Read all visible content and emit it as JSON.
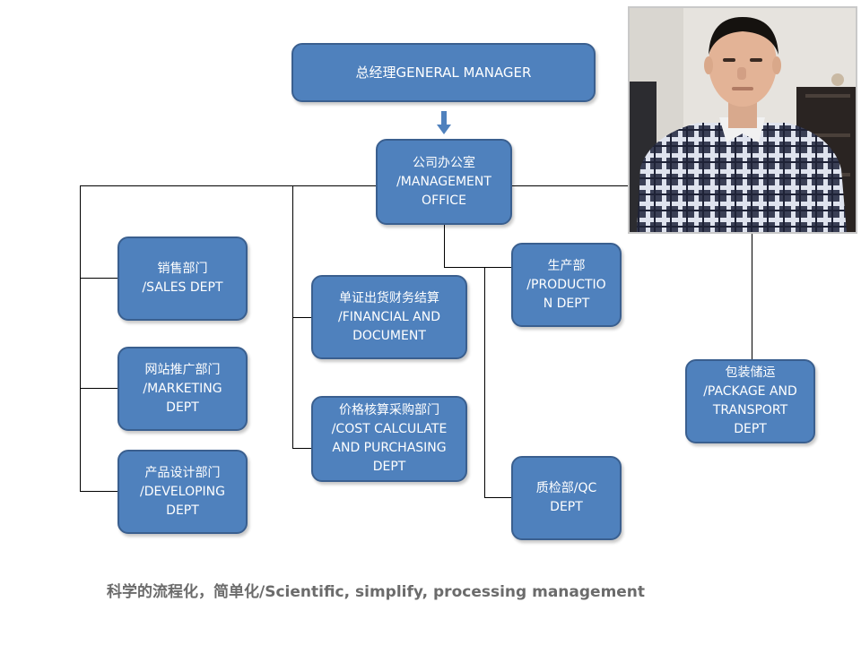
{
  "nodes": {
    "general_manager": "总经理GENERAL MANAGER",
    "management_office": [
      "公司办公室",
      "/MANAGEMENT",
      "OFFICE"
    ],
    "sales": [
      "销售部门",
      "/SALES DEPT"
    ],
    "marketing": [
      "网站推广部门",
      "/MARKETING",
      "DEPT"
    ],
    "developing": [
      "产品设计部门",
      "/DEVELOPING",
      "DEPT"
    ],
    "financial": [
      "单证出货财务结算",
      "/FINANCIAL AND",
      "DOCUMENT"
    ],
    "cost_purchasing": [
      "价格核算采购部门",
      "/COST CALCULATE",
      "AND PURCHASING",
      "DEPT"
    ],
    "production": [
      "生产部",
      "/PRODUCTIO",
      "N DEPT"
    ],
    "qc": [
      "质检部/QC",
      "DEPT"
    ],
    "package": [
      "包装储运",
      "/PACKAGE AND",
      "TRANSPORT",
      "DEPT"
    ]
  },
  "caption": "科学的流程化，简单化/Scientific, simplify, processing management",
  "colors": {
    "box_fill": "#4f81bd",
    "box_border": "#3a5f8f",
    "box_text": "#ffffff",
    "connector": "#000000",
    "arrow": "#4f81bd",
    "caption": "#6b6b6b"
  }
}
